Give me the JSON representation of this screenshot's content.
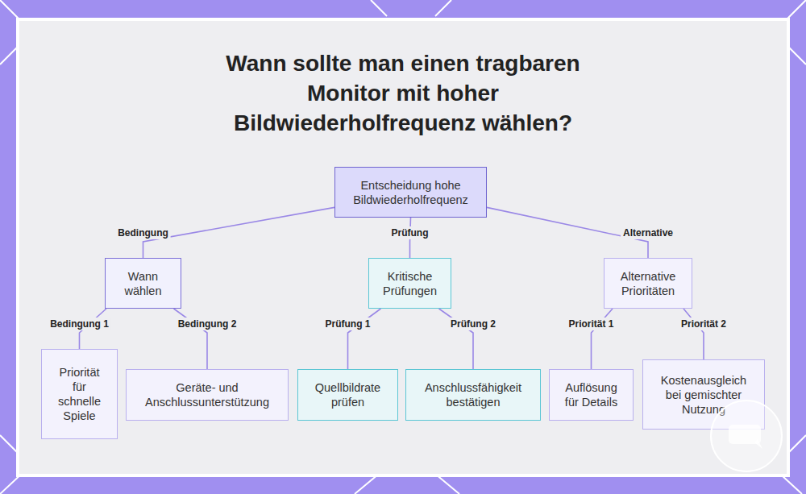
{
  "diagram": {
    "title": "Wann sollte man einen tragbaren Monitor mit hoher Bildwiederholfrequenz wählen?",
    "nodes": [
      {
        "text": [
          "Entscheidung hohe Bildwiederholfrequenz"
        ]
      },
      {
        "text": [
          "Wann wählen"
        ]
      },
      {
        "text": [
          "Kritische Prüfungen"
        ]
      },
      {
        "text": [
          "Alternative Prioritäten"
        ]
      },
      {
        "text": [
          "Priorität für schnelle Spiele"
        ]
      },
      {
        "text": [
          "Geräte- und Anschlussunterstützung"
        ]
      },
      {
        "text": [
          "Quellbildrate prüfen"
        ]
      },
      {
        "text": [
          "Anschlussfähigkeit bestätigen"
        ]
      },
      {
        "text": [
          "Auflösung für Details"
        ]
      },
      {
        "text": [
          "Kostenausgleich bei gemischter Nutzung"
        ]
      }
    ],
    "edges": [
      {
        "from": 0,
        "to": 1,
        "label": "Bedingung",
        "arrow": "none"
      },
      {
        "from": 0,
        "to": 2,
        "label": "Prüfung",
        "arrow": "none"
      },
      {
        "from": 0,
        "to": 3,
        "label": "Alternative",
        "arrow": "none"
      },
      {
        "from": 1,
        "to": 4,
        "label": "Bedingung 1",
        "arrow": "none"
      },
      {
        "from": 1,
        "to": 5,
        "label": "Bedingung 2",
        "arrow": "none"
      },
      {
        "from": 2,
        "to": 6,
        "label": "Prüfung 1",
        "arrow": "none"
      },
      {
        "from": 2,
        "to": 7,
        "label": "Prüfung 2",
        "arrow": "none"
      },
      {
        "from": 3,
        "to": 8,
        "label": "Priorität 1",
        "arrow": "none"
      },
      {
        "from": 3,
        "to": 9,
        "label": "Priorität 2",
        "arrow": "none"
      }
    ]
  }
}
